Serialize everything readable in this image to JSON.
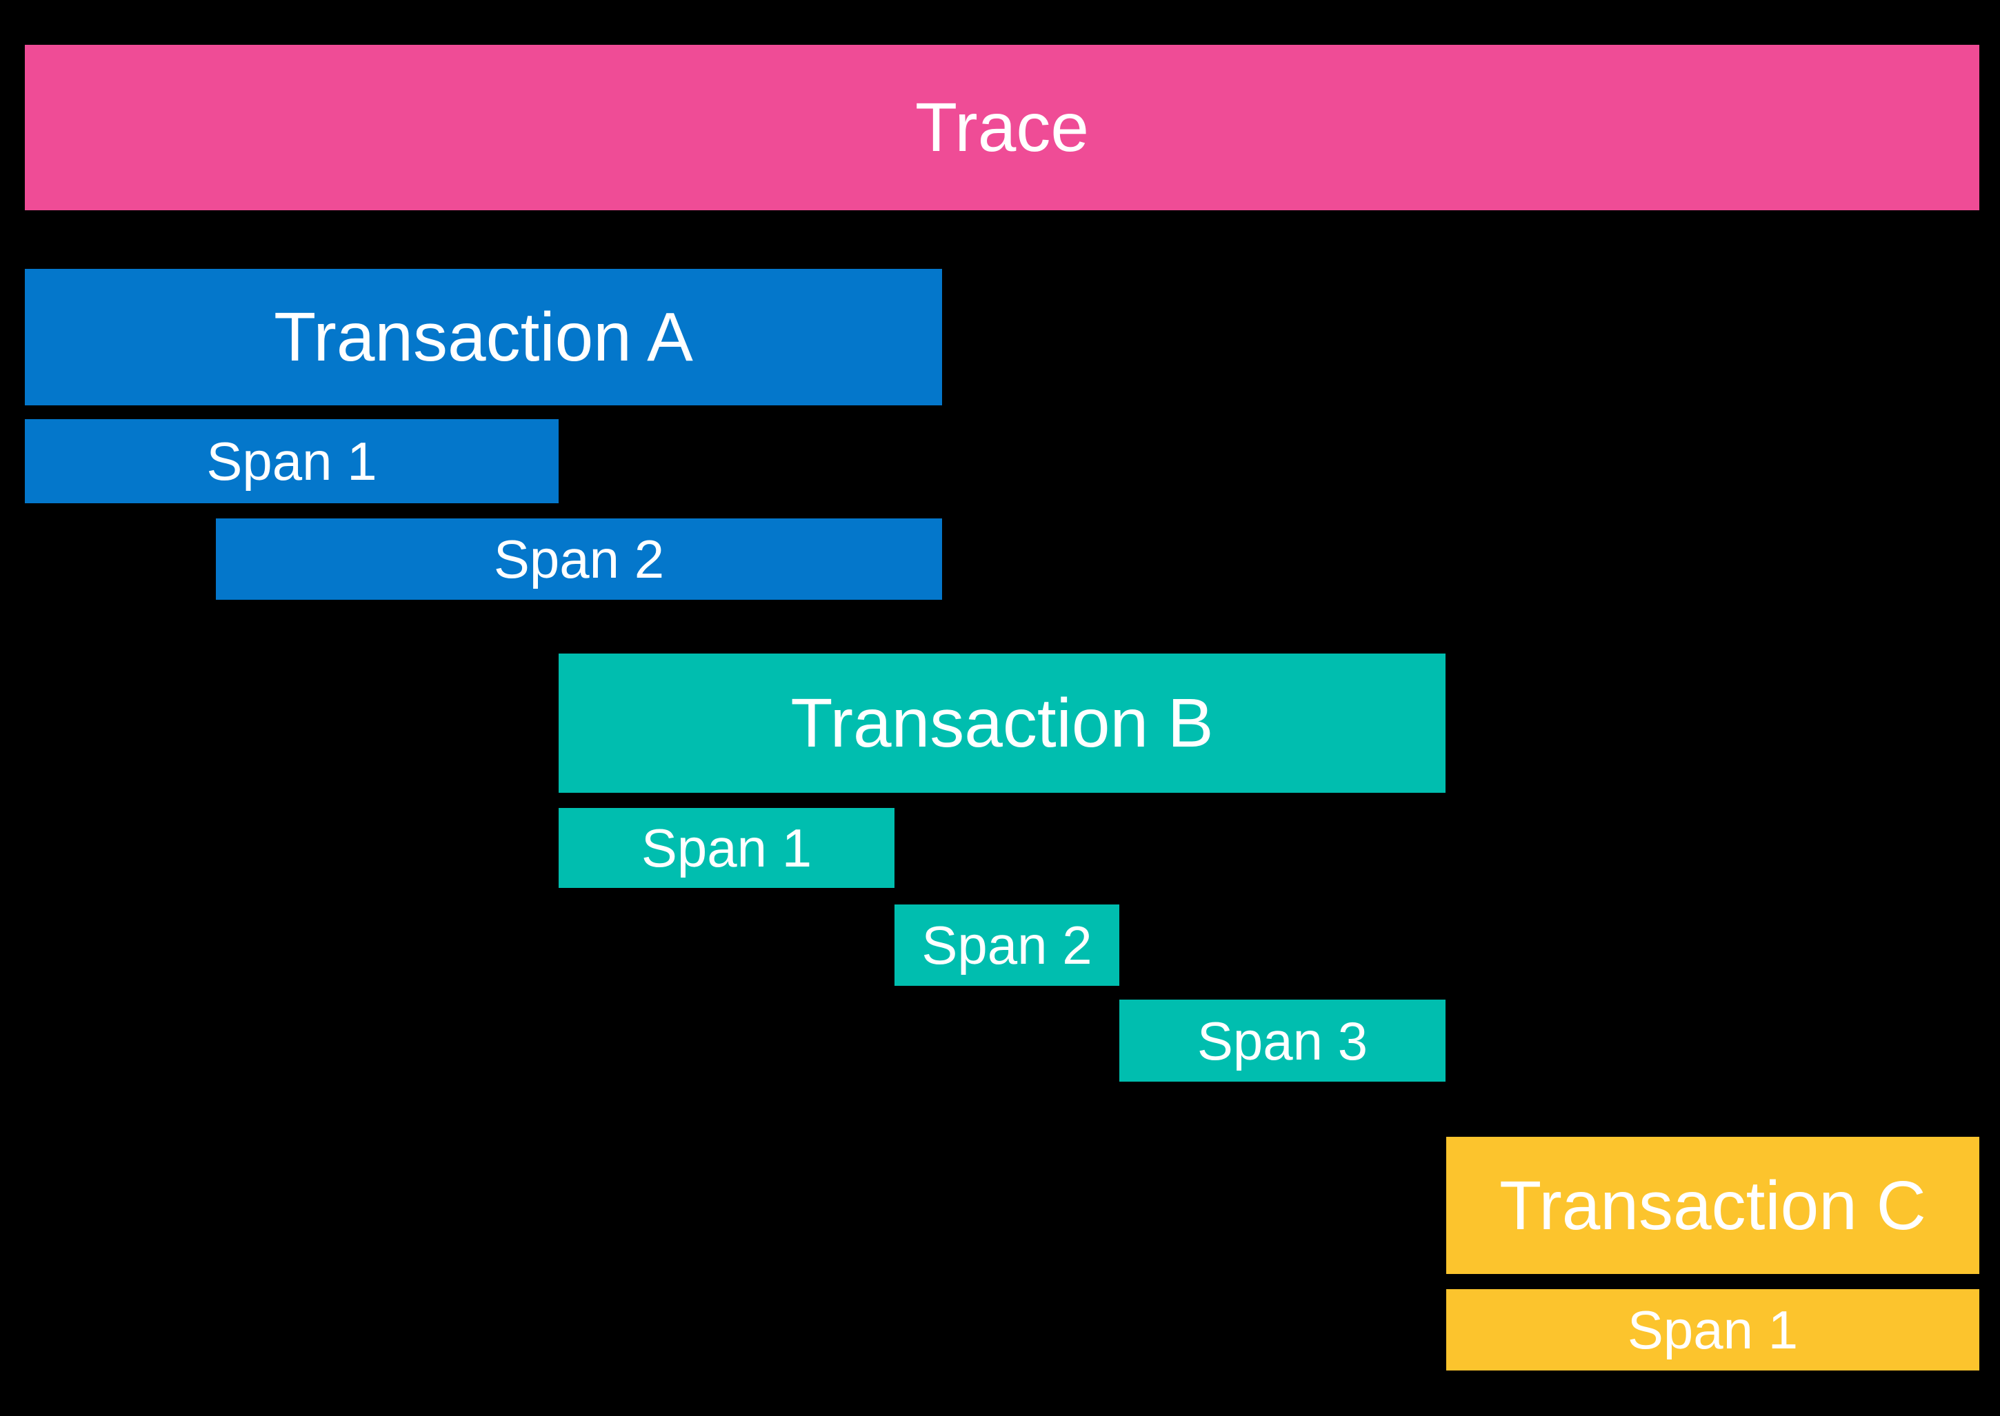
{
  "colors": {
    "background": "#000000",
    "text": "#ffffff",
    "trace": "#ef4c96",
    "transaction_a": "#0477cb",
    "transaction_b": "#00beaf",
    "transaction_c": "#fcc42d"
  },
  "trace": {
    "label": "Trace"
  },
  "transactions": [
    {
      "label": "Transaction A",
      "spans": [
        {
          "label": "Span 1"
        },
        {
          "label": "Span 2"
        }
      ]
    },
    {
      "label": "Transaction B",
      "spans": [
        {
          "label": "Span 1"
        },
        {
          "label": "Span 2"
        },
        {
          "label": "Span 3"
        }
      ]
    },
    {
      "label": "Transaction C",
      "spans": [
        {
          "label": "Span 1"
        }
      ]
    }
  ]
}
